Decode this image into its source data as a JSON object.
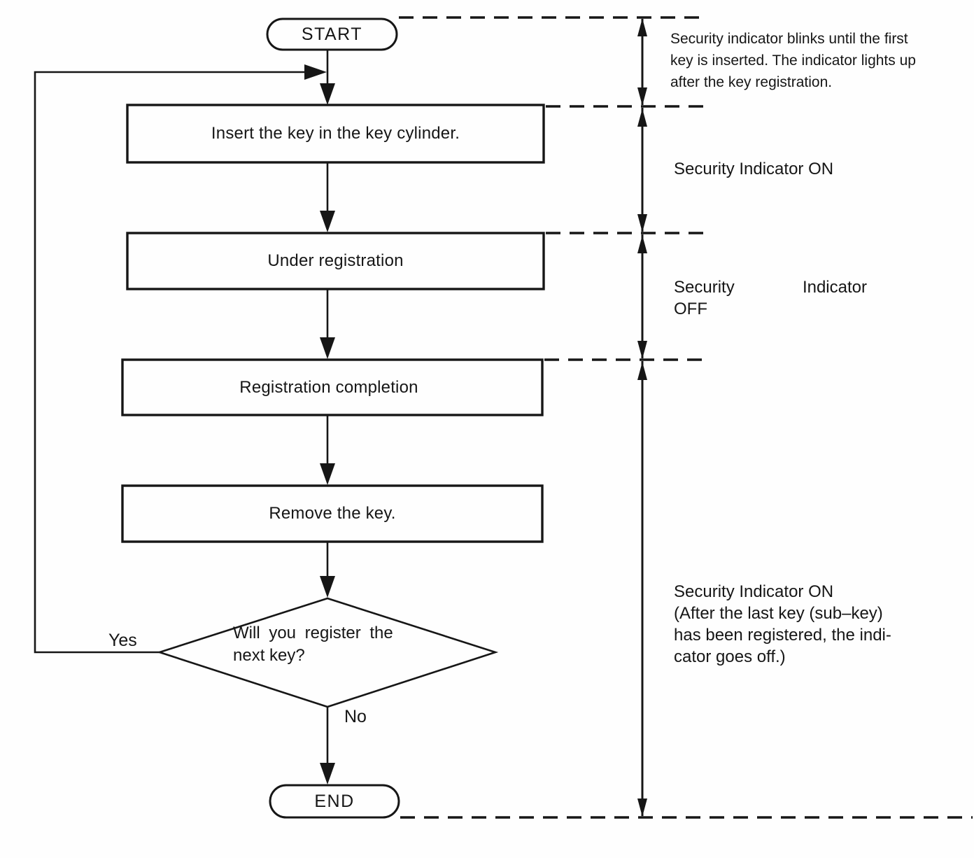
{
  "palette": {
    "ink": "#161616",
    "paper": "#fefefe"
  },
  "flowchart": {
    "start_label": "START",
    "end_label": "END",
    "steps": [
      "Insert the key in the key cylinder.",
      "Under registration",
      "Registration completion",
      "Remove the key."
    ],
    "decision": {
      "line1": "Will you register the",
      "line2": "next key?"
    },
    "yes_label": "Yes",
    "no_label": "No"
  },
  "annotations": {
    "blink_note": "Security indicator blinks until the first\nkey is inserted. The indicator lights up\nafter the key registration.",
    "on_note": "Security Indicator ON",
    "off_note": {
      "word1": "Security",
      "word2": "Indicator",
      "line2": "OFF"
    },
    "on_after_note": "Security Indicator ON\n(After the last key (sub–key)\nhas been registered, the indi-\ncator goes off.)"
  }
}
